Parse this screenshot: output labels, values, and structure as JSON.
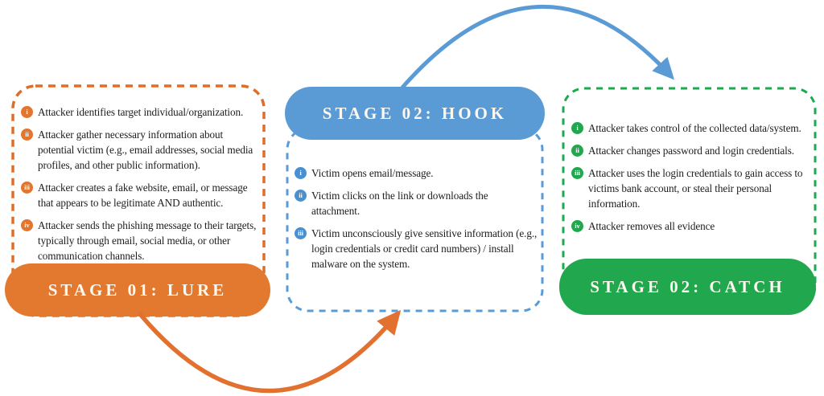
{
  "colors": {
    "orange": "#e2752f",
    "orange_dash": "#dd6e2a",
    "blue": "#5b9bd5",
    "green": "#21a84e",
    "body_text": "#1d1d1d",
    "header_text": "#fdf8ef"
  },
  "panels": [
    {
      "id": "lure",
      "header": "STAGE 01: LURE",
      "items": [
        {
          "num": "i",
          "text": "Attacker identifies target individual/organization."
        },
        {
          "num": "ii",
          "text": "Attacker gather necessary information about potential victim (e.g., email addresses, social media profiles, and other public information)."
        },
        {
          "num": "iii",
          "text": "Attacker creates a fake website, email, or message that appears to be legitimate AND authentic."
        },
        {
          "num": "iv",
          "text": "Attacker sends the phishing message to their targets, typically through email, social media, or other communication channels."
        }
      ]
    },
    {
      "id": "hook",
      "header": "STAGE 02: HOOK",
      "items": [
        {
          "num": "i",
          "text": "Victim opens email/message."
        },
        {
          "num": "ii",
          "text": "Victim clicks on the link or downloads the attachment."
        },
        {
          "num": "iii",
          "text": "Victim unconsciously  give sensitive information (e.g., login credentials or credit card numbers) / install malware on the system."
        }
      ]
    },
    {
      "id": "catch",
      "header": "STAGE 02: CATCH",
      "items": [
        {
          "num": "i",
          "text": "Attacker takes control of the collected data/system."
        },
        {
          "num": "ii",
          "text": "Attacker changes password and login credentials."
        },
        {
          "num": "iii",
          "text": "Attacker uses the login credentials to gain access to victims bank account, or steal their personal information."
        },
        {
          "num": "iv",
          "text": "Attacker removes all evidence"
        }
      ]
    }
  ]
}
